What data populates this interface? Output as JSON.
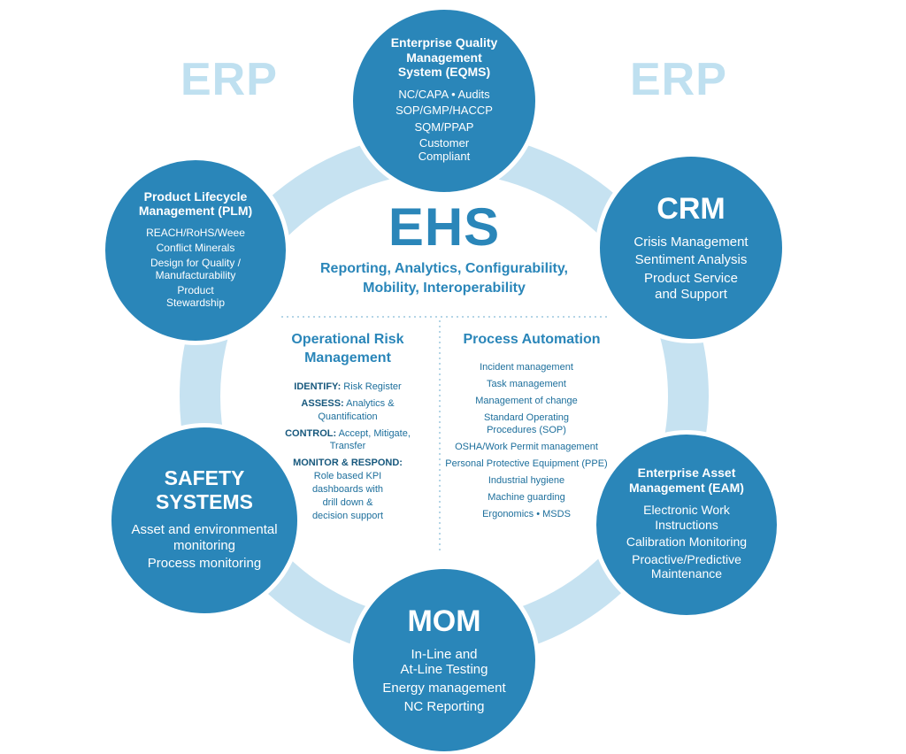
{
  "erp_labels": [
    "ERP",
    "ERP"
  ],
  "center": {
    "title": "EHS",
    "subtitle": "Reporting, Analytics, Configurability,\nMobility, Interoperability",
    "left_column": {
      "title": "Operational Risk\nManagement",
      "items": [
        {
          "label": "IDENTIFY:",
          "text": " Risk Register"
        },
        {
          "label": "ASSESS:",
          "text": " Analytics &\nQuantification"
        },
        {
          "label": "CONTROL:",
          "text": " Accept, Mitigate,\nTransfer"
        },
        {
          "label": "MONITOR & RESPOND:",
          "text": "\nRole based KPI\ndashboards with\ndrill down &\ndecision support"
        }
      ]
    },
    "right_column": {
      "title": "Process Automation",
      "items": [
        "Incident management",
        "Task management",
        "Management of change",
        "Standard Operating\nProcedures (SOP)",
        "OSHA/Work Permit management",
        "Personal Protective Equipment (PPE)",
        "Industrial hygiene",
        "Machine guarding",
        "Ergonomics • MSDS"
      ]
    }
  },
  "nodes": {
    "eqms": {
      "title": "Enterprise Quality\nManagement\nSystem (EQMS)",
      "items": [
        "NC/CAPA • Audits",
        "SOP/GMP/HACCP",
        "SQM/PPAP",
        "Customer\nCompliant"
      ]
    },
    "crm": {
      "title": "CRM",
      "items": [
        "Crisis Management",
        "Sentiment Analysis",
        "Product Service\nand Support"
      ]
    },
    "eam": {
      "title": "Enterprise Asset\nManagement (EAM)",
      "items": [
        "Electronic Work\nInstructions",
        "Calibration Monitoring",
        "Proactive/Predictive\nMaintenance"
      ]
    },
    "mom": {
      "title": "MOM",
      "items": [
        "In-Line and\nAt-Line Testing",
        "Energy management",
        "NC Reporting"
      ]
    },
    "safety": {
      "title": "SAFETY\nSYSTEMS",
      "items": [
        "Asset and environmental\nmonitoring",
        "Process monitoring"
      ]
    },
    "plm": {
      "title": "Product Lifecycle\nManagement (PLM)",
      "items": [
        "REACH/RoHS/Weee",
        "Conflict Minerals",
        "Design for Quality /\nManufacturability",
        "Product\nStewardship"
      ]
    }
  },
  "colors": {
    "node_fill": "#2a86b9",
    "ring": "#c6e2f1",
    "erp_text": "#bfe0f0",
    "center_text": "#2a86b9"
  }
}
